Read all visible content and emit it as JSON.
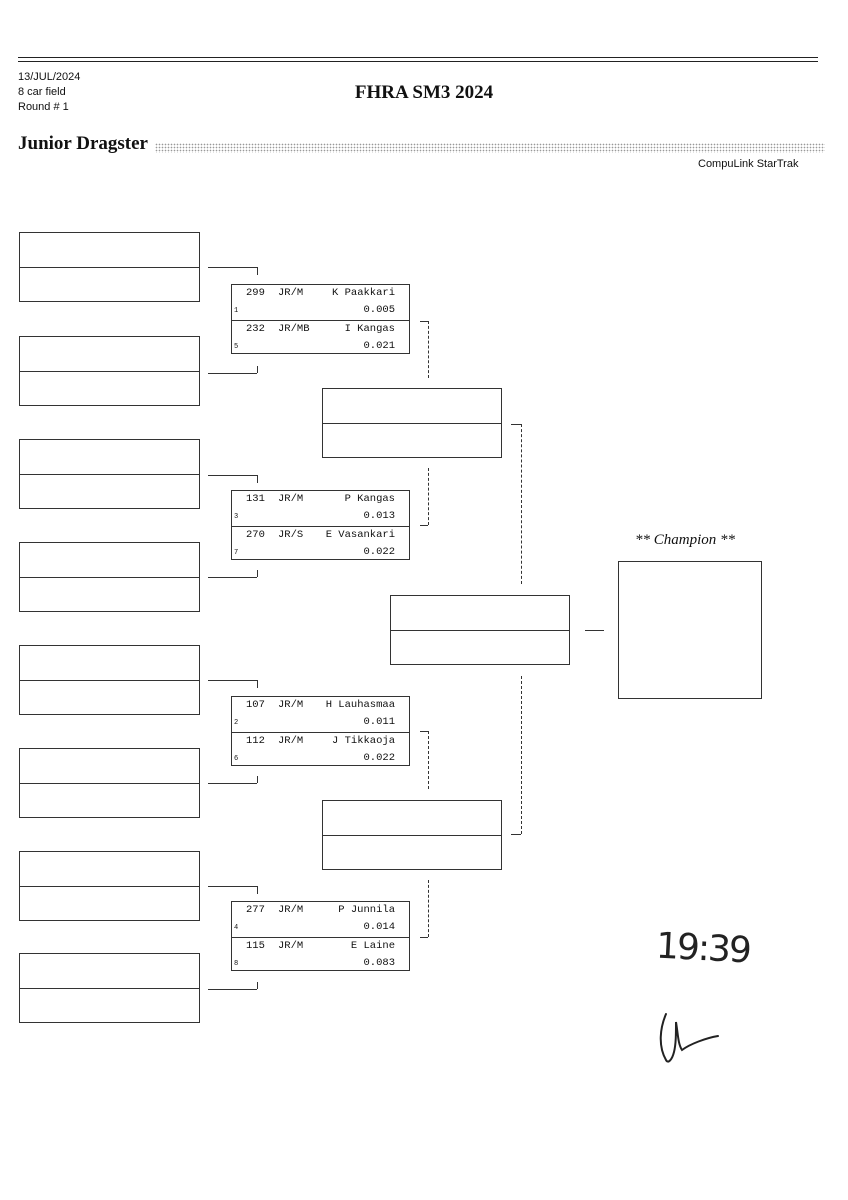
{
  "header": {
    "date": "13/JUL/2024",
    "field": "8 car field",
    "round": "Round # 1",
    "title": "FHRA SM3 2024",
    "category": "Junior Dragster",
    "brand": "CompuLink StarTrak"
  },
  "round1_pairs": [
    {
      "top": {
        "number": "299",
        "class": "JR/M",
        "driver": "K Paakkari",
        "rt": "0.005",
        "seed": "1"
      },
      "bottom": {
        "number": "232",
        "class": "JR/MB",
        "driver": "I Kangas",
        "rt": "0.021",
        "seed": "5"
      }
    },
    {
      "top": {
        "number": "131",
        "class": "JR/M",
        "driver": "P Kangas",
        "rt": "0.013",
        "seed": "3"
      },
      "bottom": {
        "number": "270",
        "class": "JR/S",
        "driver": "E Vasankari",
        "rt": "0.022",
        "seed": "7"
      }
    },
    {
      "top": {
        "number": "107",
        "class": "JR/M",
        "driver": "H Lauhasmaa",
        "rt": "0.011",
        "seed": "2"
      },
      "bottom": {
        "number": "112",
        "class": "JR/M",
        "driver": "J Tikkaoja",
        "rt": "0.022",
        "seed": "6"
      }
    },
    {
      "top": {
        "number": "277",
        "class": "JR/M",
        "driver": "P Junnila",
        "rt": "0.014",
        "seed": "4"
      },
      "bottom": {
        "number": "115",
        "class": "JR/M",
        "driver": "E Laine",
        "rt": "0.083",
        "seed": "8"
      }
    }
  ],
  "champion": {
    "label": "** Champion **"
  },
  "handwriting": {
    "time": "19:39",
    "initials": "ʆ—"
  }
}
